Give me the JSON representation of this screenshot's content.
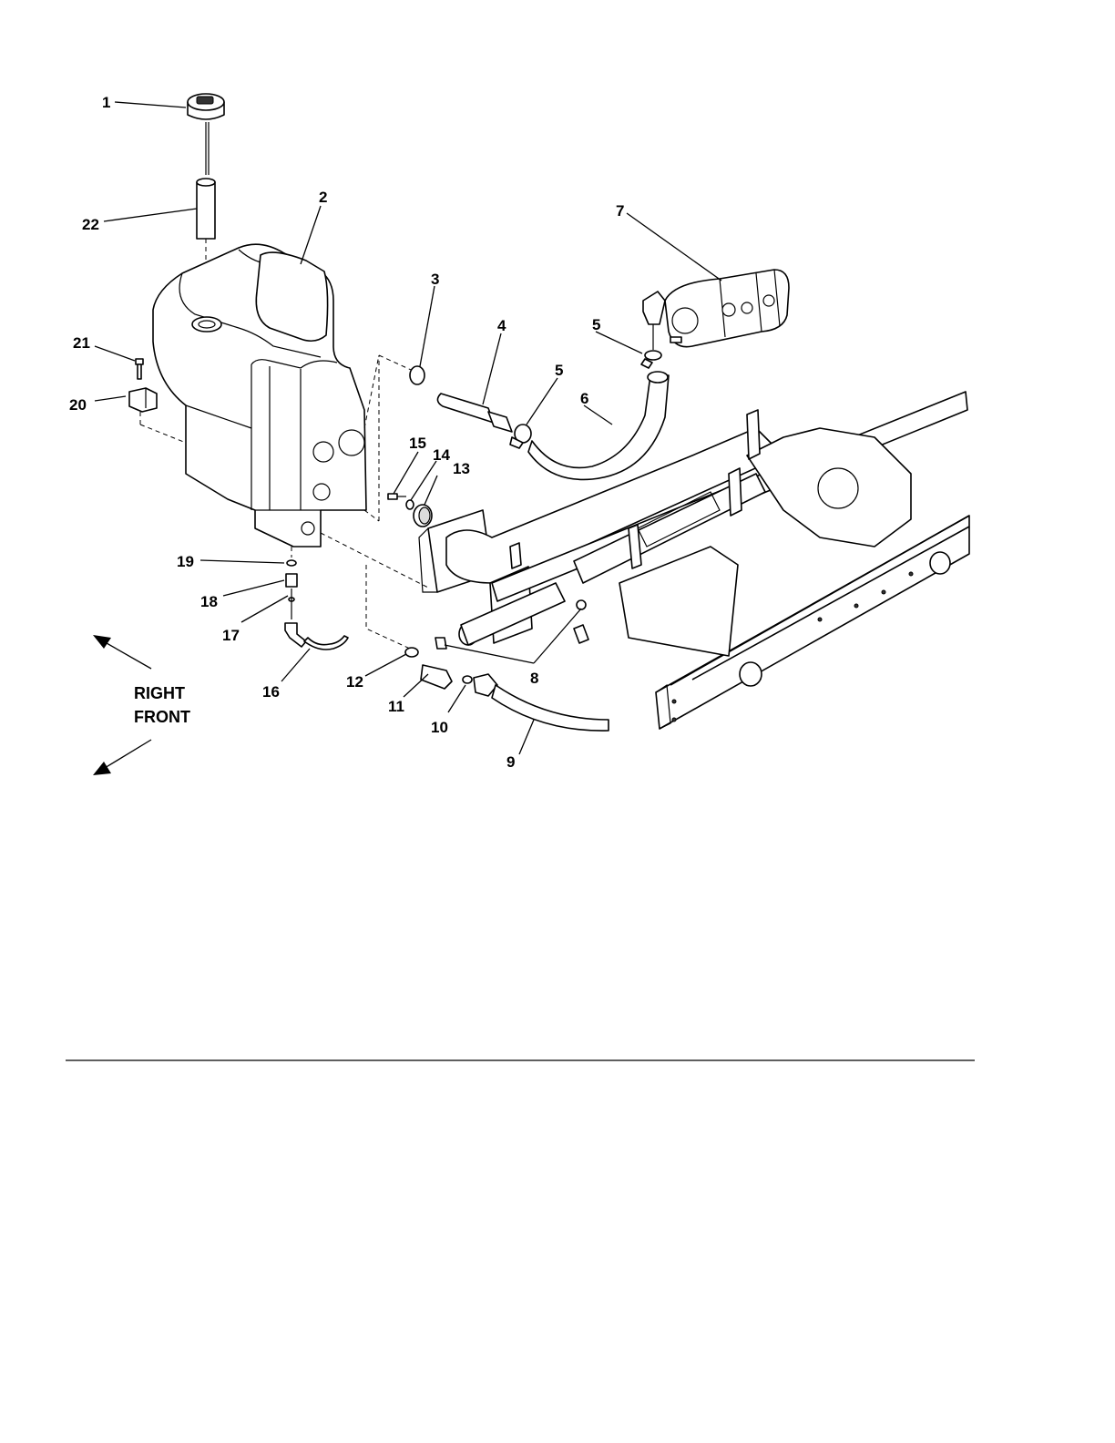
{
  "callouts": {
    "c1": "1",
    "c2": "2",
    "c3": "3",
    "c4": "4",
    "c5a": "5",
    "c5b": "5",
    "c6": "6",
    "c7": "7",
    "c8": "8",
    "c9": "9",
    "c10": "10",
    "c11": "11",
    "c12": "12",
    "c13": "13",
    "c14": "14",
    "c15": "15",
    "c16": "16",
    "c17": "17",
    "c18": "18",
    "c19": "19",
    "c20": "20",
    "c21": "21",
    "c22": "22"
  },
  "direction": {
    "right": "RIGHT",
    "front": "FRONT"
  }
}
